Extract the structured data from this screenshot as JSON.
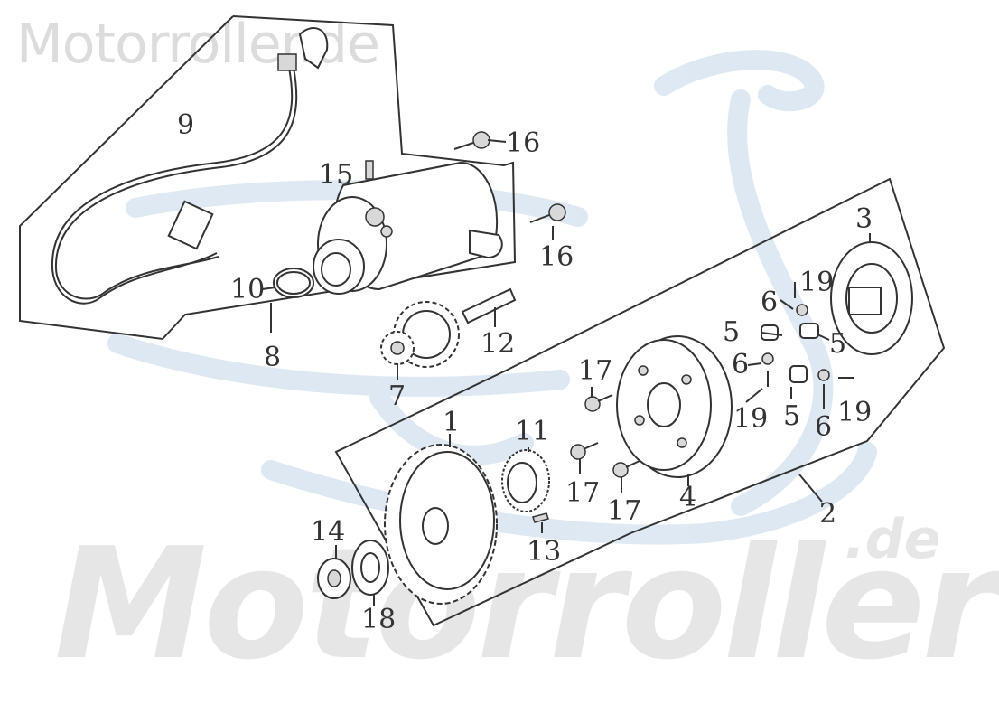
{
  "watermarks": {
    "top": "Motorroller.de",
    "large": "Motorroller",
    "suffix": ".de"
  },
  "part_labels": {
    "p1": "1",
    "p2": "2",
    "p3": "3",
    "p4": "4",
    "p5": "5",
    "p6": "6",
    "p7": "7",
    "p8": "8",
    "p9": "9",
    "p10": "10",
    "p11": "11",
    "p12": "12",
    "p13": "13",
    "p14": "14",
    "p15": "15",
    "p16": "16",
    "p17": "17",
    "p18": "18",
    "p19": "19"
  },
  "colors": {
    "ink": "#333333",
    "watermark": "#dcdcdc",
    "logo_blue": "#d4e1ef",
    "background": "#ffffff"
  }
}
